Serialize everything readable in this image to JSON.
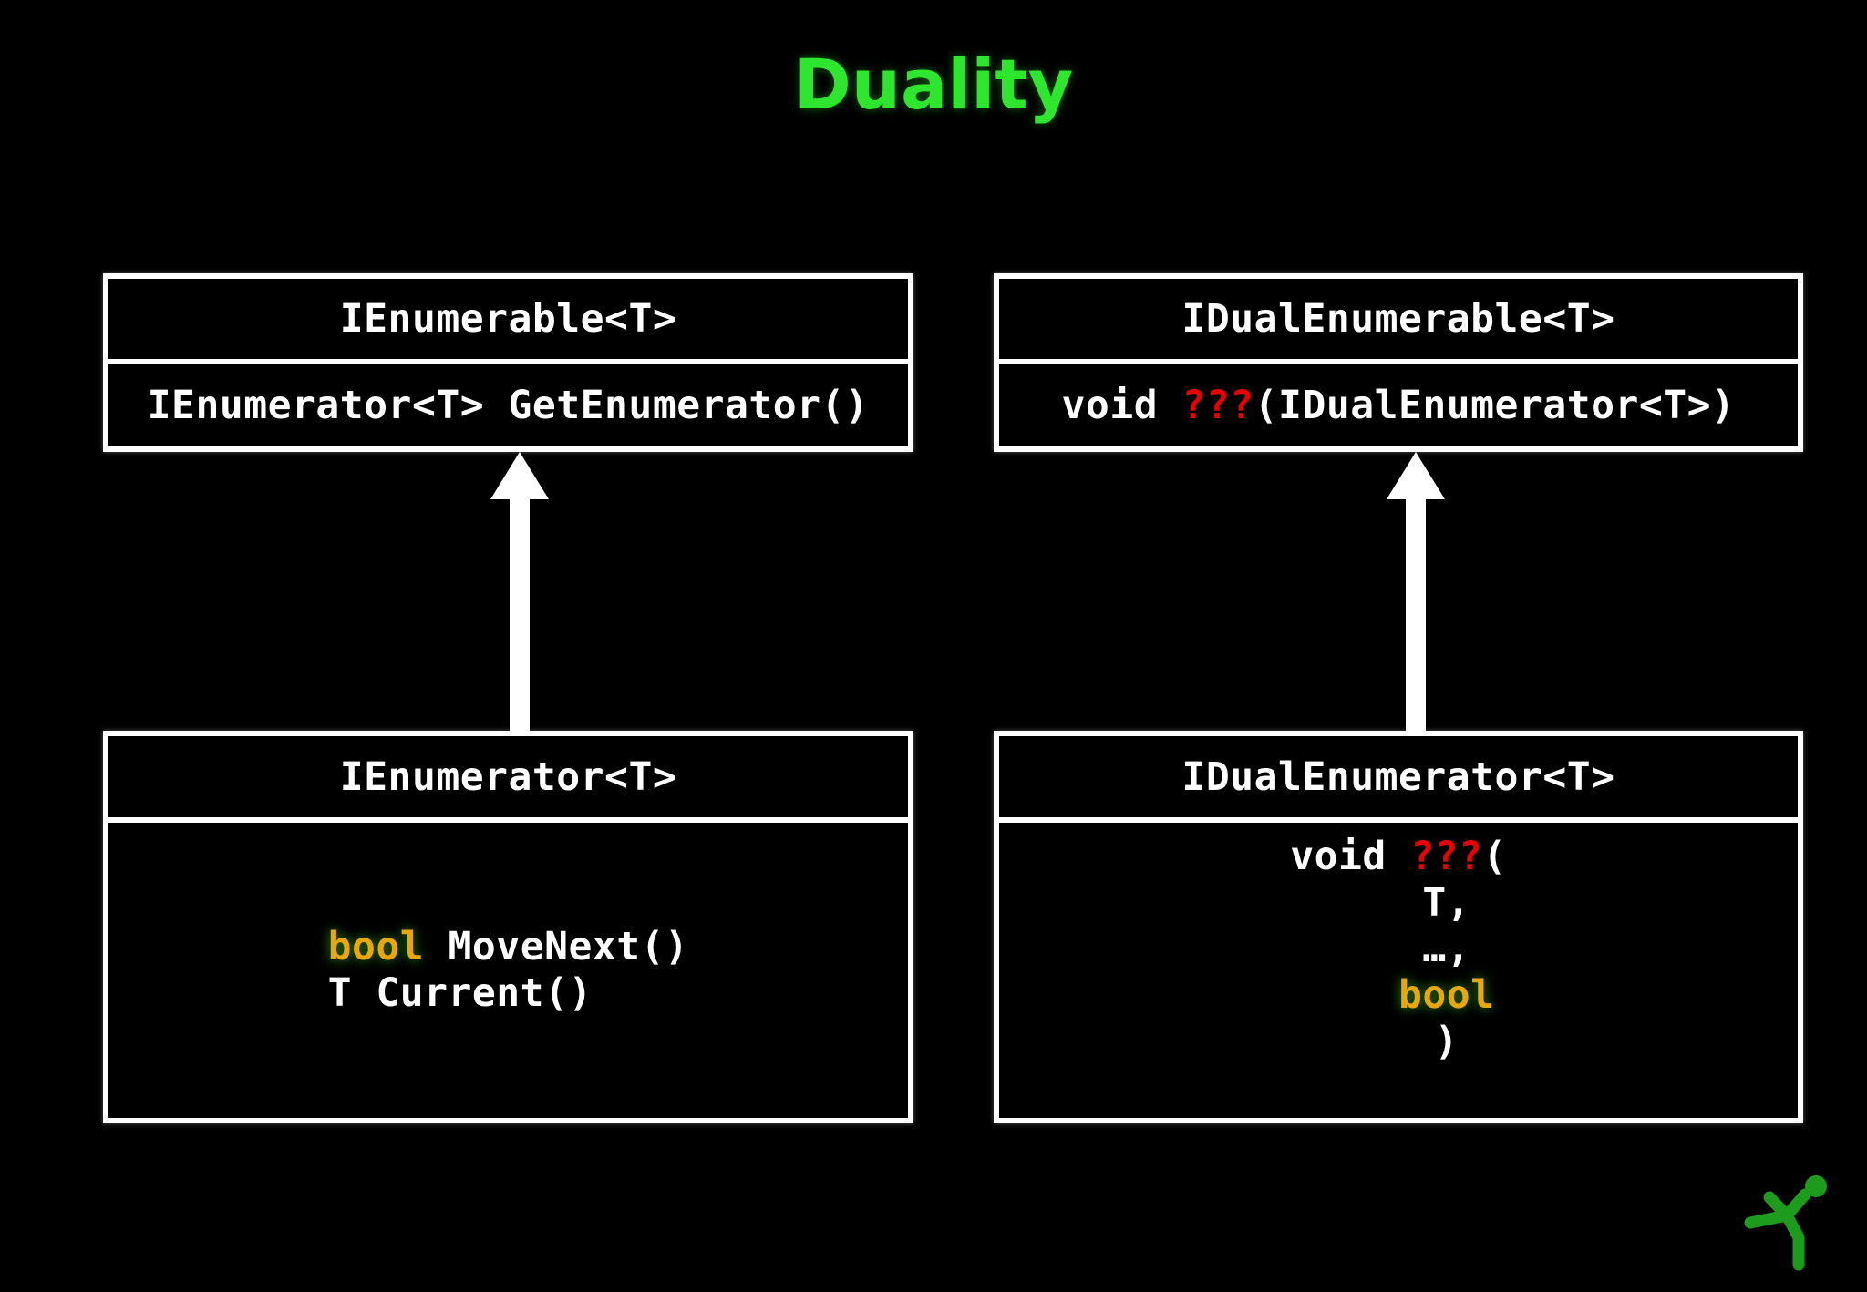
{
  "slide": {
    "title": "Duality",
    "background_color": "#000000",
    "title_color": "#33dd33"
  },
  "colors": {
    "box_border": "#ffffff",
    "text": "#ffffff",
    "keyword_unknown": "#e60000",
    "keyword_bool": "#e8a80c",
    "logo": "#1e9e1e"
  },
  "diagram": {
    "type": "uml-class-diagram",
    "boxes": [
      {
        "id": "ienumerable",
        "name": "IEnumerable<T>",
        "members": [
          {
            "text": "IEnumerator<T> GetEnumerator()"
          }
        ]
      },
      {
        "id": "idualenumerable",
        "name": "IDualEnumerable<T>",
        "members": [
          {
            "prefix": "void ",
            "unknown": "???",
            "suffix": "(IDualEnumerator<T>)"
          }
        ]
      },
      {
        "id": "ienumerator",
        "name": "IEnumerator<T>",
        "members": [
          {
            "keyword": "bool",
            "rest": " MoveNext()"
          },
          {
            "text": "T Current()"
          }
        ]
      },
      {
        "id": "idualenumerator",
        "name": "IDualEnumerator<T>",
        "members": [
          {
            "prefix": "void ",
            "unknown": "???",
            "suffix": "("
          },
          {
            "text": "    T,"
          },
          {
            "text": "    …,"
          },
          {
            "keyword": "    bool",
            "rest": ""
          },
          {
            "text": "    )"
          }
        ]
      }
    ],
    "relations": [
      {
        "from": "ienumerator",
        "to": "ienumerable",
        "kind": "generalization-arrow-up"
      },
      {
        "from": "idualenumerator",
        "to": "idualenumerable",
        "kind": "generalization-arrow-up"
      }
    ]
  },
  "logo": {
    "name": "running-figure-logo"
  }
}
